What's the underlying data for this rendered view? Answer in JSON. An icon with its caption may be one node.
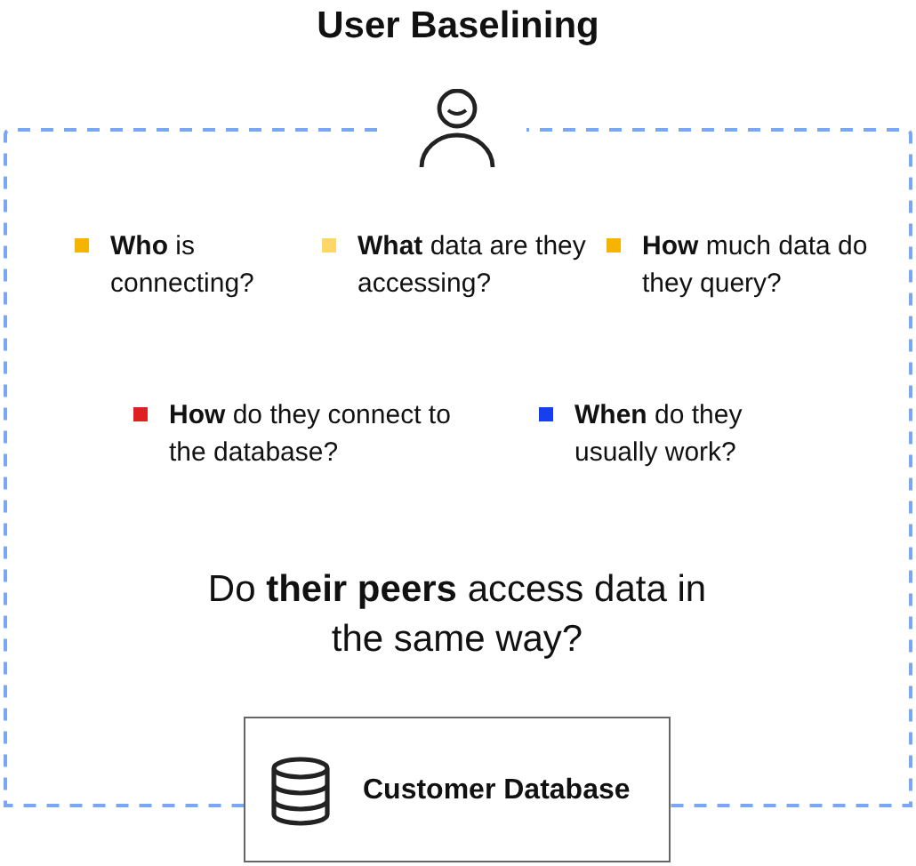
{
  "diagram": {
    "title": "User Baselining",
    "nodes": [
      {
        "text": [],
        "shape": "box"
      },
      {
        "text": [
          "Customer Database"
        ]
      }
    ],
    "edges": [],
    "labels": [
      "**Who** is connecting?",
      "**What** data are they accessing?",
      "**How** much data do they query?",
      "**How** do they connect to the database?",
      "**When** do they usually work?",
      "Do **their peers** access data in the same way?"
    ]
  }
}
